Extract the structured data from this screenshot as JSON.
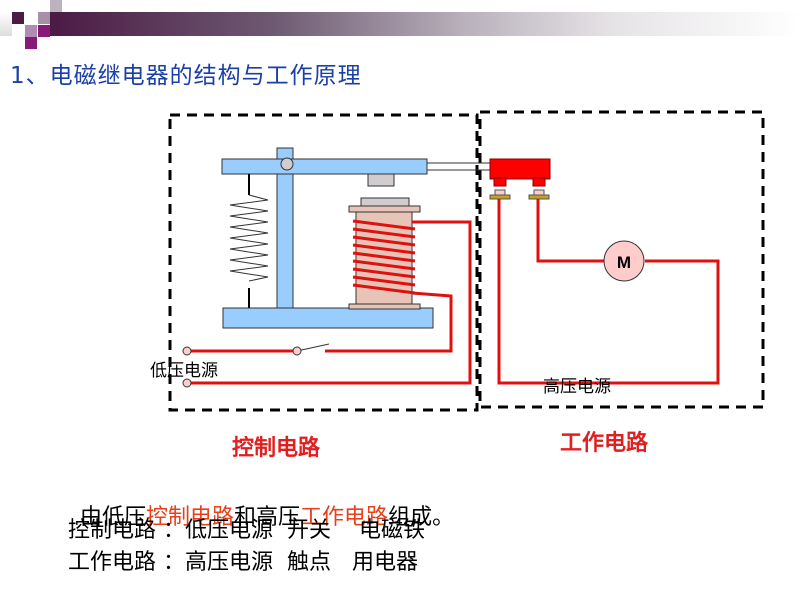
{
  "header": {
    "title": "1、电磁继电器的结构与工作原理"
  },
  "diagram": {
    "motor_label": "M",
    "low_voltage_source_label": "低压电源",
    "high_voltage_source_label": "高压电源",
    "control_circuit_label": "控制电路",
    "working_circuit_label": "工作电路",
    "colors": {
      "wire": "#e01010",
      "metal": "#99ccff",
      "coil_body": "#e8c4b8",
      "contact": "#ff0000",
      "motor_fill": "#ffcccc"
    }
  },
  "summary": {
    "line1": {
      "prefix": "由低压",
      "part1": "控制电路",
      "middle": "和高压",
      "part2": "工作电路",
      "suffix": "组成。"
    },
    "line2": "控制电路 ：低压电源  开关    电磁铁",
    "line3": "工作电路 ：高压电源  触点   用电器"
  }
}
